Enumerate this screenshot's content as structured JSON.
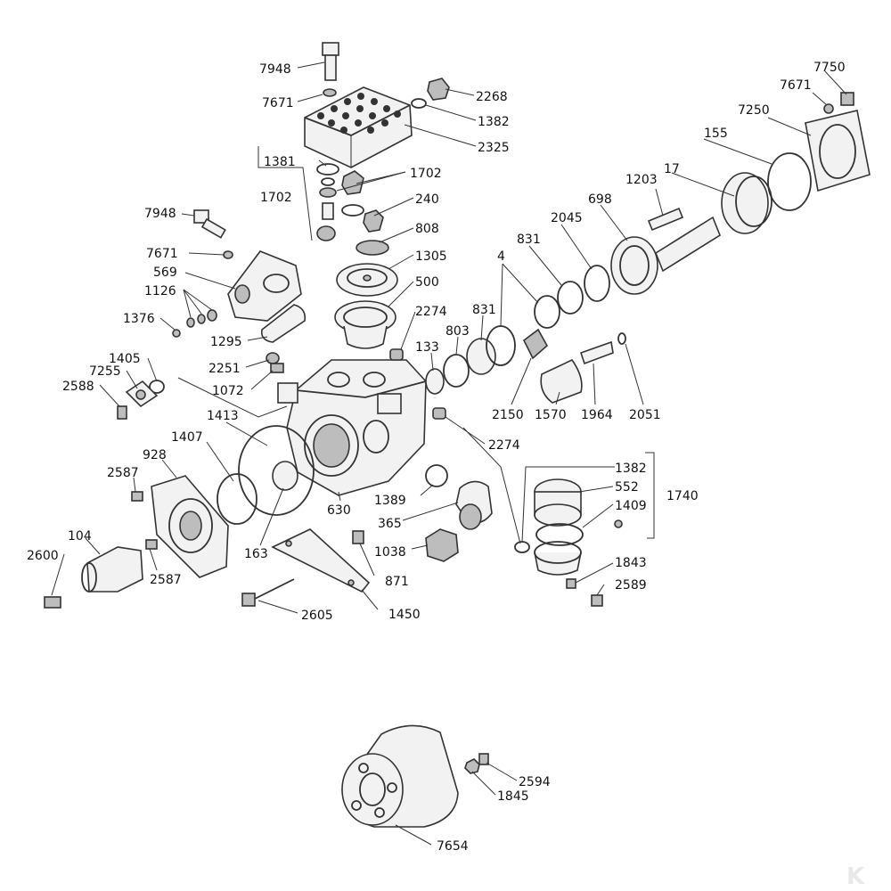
{
  "labels": [
    {
      "id": "7948-top",
      "text": "7948"
    },
    {
      "id": "7671-top",
      "text": "7671"
    },
    {
      "id": "2268",
      "text": "2268"
    },
    {
      "id": "1382-top",
      "text": "1382"
    },
    {
      "id": "2325",
      "text": "2325"
    },
    {
      "id": "7750",
      "text": "7750"
    },
    {
      "id": "7671-right",
      "text": "7671"
    },
    {
      "id": "7250",
      "text": "7250"
    },
    {
      "id": "155",
      "text": "155"
    },
    {
      "id": "17",
      "text": "17"
    },
    {
      "id": "1203",
      "text": "1203"
    },
    {
      "id": "1381",
      "text": "1381"
    },
    {
      "id": "1702-a",
      "text": "1702"
    },
    {
      "id": "1702-b",
      "text": "1702"
    },
    {
      "id": "240",
      "text": "240"
    },
    {
      "id": "808",
      "text": "808"
    },
    {
      "id": "1305",
      "text": "1305"
    },
    {
      "id": "500",
      "text": "500"
    },
    {
      "id": "2274-a",
      "text": "2274"
    },
    {
      "id": "698",
      "text": "698"
    },
    {
      "id": "2045",
      "text": "2045"
    },
    {
      "id": "831-a",
      "text": "831"
    },
    {
      "id": "4",
      "text": "4"
    },
    {
      "id": "831-b",
      "text": "831"
    },
    {
      "id": "803",
      "text": "803"
    },
    {
      "id": "133",
      "text": "133"
    },
    {
      "id": "7948-left",
      "text": "7948"
    },
    {
      "id": "7671-left",
      "text": "7671"
    },
    {
      "id": "569",
      "text": "569"
    },
    {
      "id": "1126",
      "text": "1126"
    },
    {
      "id": "1376",
      "text": "1376"
    },
    {
      "id": "1295",
      "text": "1295"
    },
    {
      "id": "2251",
      "text": "2251"
    },
    {
      "id": "1072",
      "text": "1072"
    },
    {
      "id": "1405",
      "text": "1405"
    },
    {
      "id": "7255",
      "text": "7255"
    },
    {
      "id": "2588",
      "text": "2588"
    },
    {
      "id": "1413",
      "text": "1413"
    },
    {
      "id": "1407",
      "text": "1407"
    },
    {
      "id": "928",
      "text": "928"
    },
    {
      "id": "2587-a",
      "text": "2587"
    },
    {
      "id": "104",
      "text": "104"
    },
    {
      "id": "2600",
      "text": "2600"
    },
    {
      "id": "2587-b",
      "text": "2587"
    },
    {
      "id": "163",
      "text": "163"
    },
    {
      "id": "630",
      "text": "630"
    },
    {
      "id": "1389",
      "text": "1389"
    },
    {
      "id": "365",
      "text": "365"
    },
    {
      "id": "1038",
      "text": "1038"
    },
    {
      "id": "871",
      "text": "871"
    },
    {
      "id": "1450",
      "text": "1450"
    },
    {
      "id": "2605",
      "text": "2605"
    },
    {
      "id": "2150",
      "text": "2150"
    },
    {
      "id": "1570",
      "text": "1570"
    },
    {
      "id": "1964",
      "text": "1964"
    },
    {
      "id": "2051",
      "text": "2051"
    },
    {
      "id": "2274-b",
      "text": "2274"
    },
    {
      "id": "1382-mid",
      "text": "1382"
    },
    {
      "id": "552",
      "text": "552"
    },
    {
      "id": "1409",
      "text": "1409"
    },
    {
      "id": "1740",
      "text": "1740"
    },
    {
      "id": "1843",
      "text": "1843"
    },
    {
      "id": "2589",
      "text": "2589"
    },
    {
      "id": "2594",
      "text": "2594"
    },
    {
      "id": "1845",
      "text": "1845"
    },
    {
      "id": "7654",
      "text": "7654"
    }
  ],
  "logo": {
    "text": "K"
  },
  "colors": {
    "line": "#333333",
    "fill": "#f2f2f2",
    "shade": "#bdbdbd"
  }
}
